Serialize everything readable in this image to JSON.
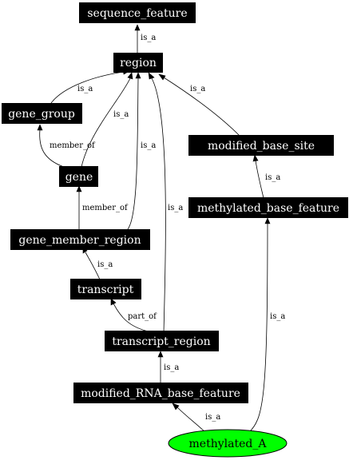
{
  "nodes": {
    "sequence_feature": "sequence_feature",
    "region": "region",
    "gene_group": "gene_group",
    "gene": "gene",
    "gene_member_region": "gene_member_region",
    "transcript": "transcript",
    "transcript_region": "transcript_region",
    "modified_RNA_base_feature": "modified_RNA_base_feature",
    "modified_base_site": "modified_base_site",
    "methylated_base_feature": "methylated_base_feature",
    "methylated_A": "methylated_A"
  },
  "edges": {
    "region_to_sequence_feature": "is_a",
    "gene_group_to_region": "is_a",
    "gene_to_region": "is_a",
    "gene_member_region_to_region": "is_a",
    "transcript_region_to_region": "is_a",
    "modified_base_site_to_region": "is_a",
    "gene_to_gene_group": "member_of",
    "gene_member_region_to_gene": "member_of",
    "transcript_to_gene_member_region": "is_a",
    "transcript_region_to_transcript": "part_of",
    "modified_RNA_base_feature_to_transcript_region": "is_a",
    "methylated_A_to_modified_RNA_base_feature": "is_a",
    "methylated_base_feature_to_modified_base_site": "is_a",
    "methylated_A_to_methylated_base_feature": "is_a"
  },
  "colors": {
    "box_fill": "#000000",
    "box_text": "#ffffff",
    "highlight_fill": "#00ff00",
    "edge": "#000000"
  }
}
